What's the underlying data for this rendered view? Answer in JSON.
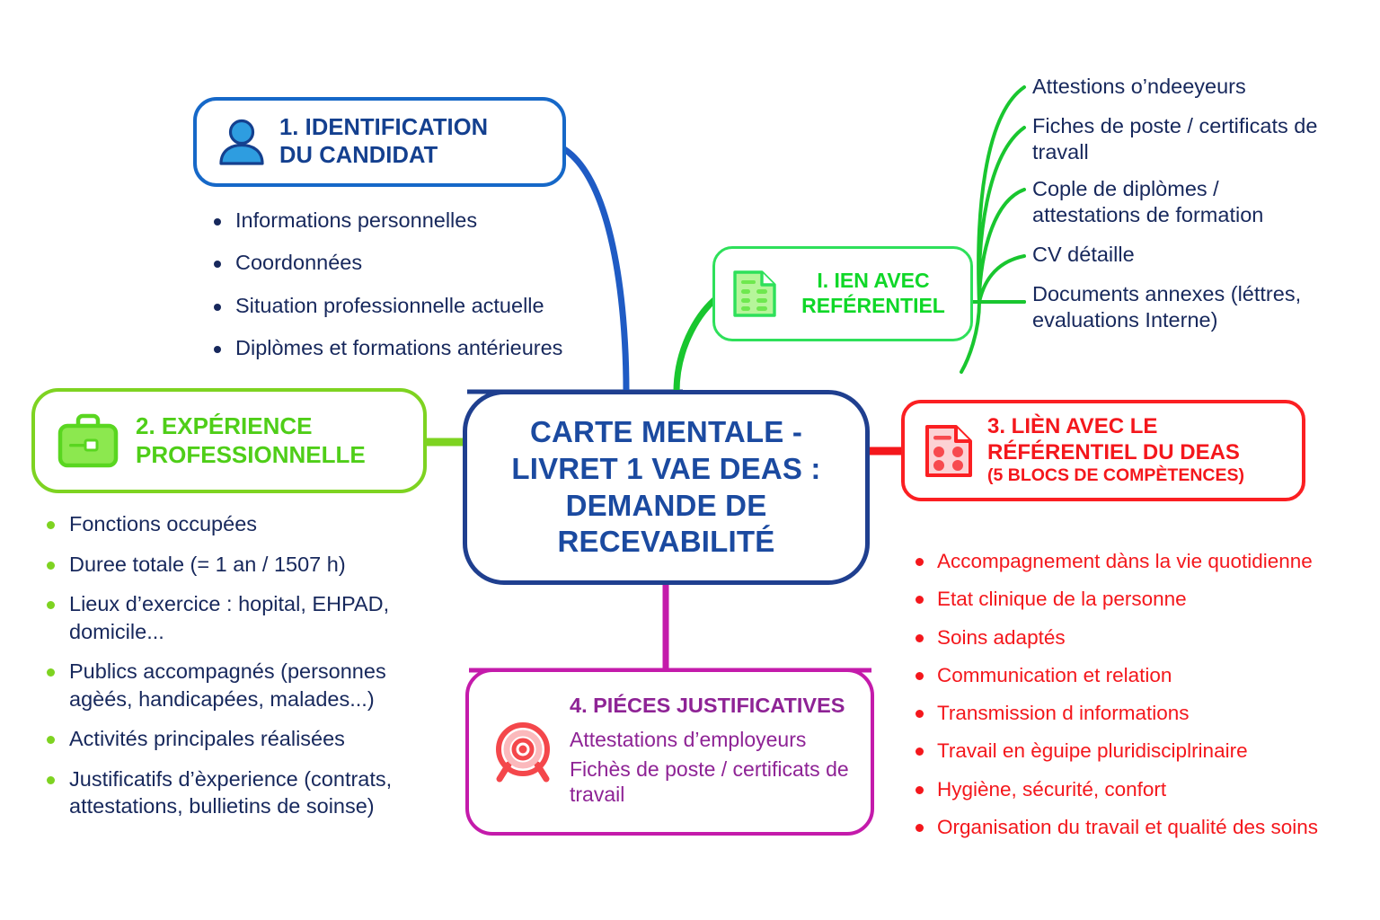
{
  "center": {
    "title_lines": [
      "CARTE MENTALE -",
      "LIVRET 1 VAE DEAS :",
      "DEMANDE DE",
      "RECEVABILITÉ"
    ],
    "color": "#1b4aa0",
    "border_color": "#1f3f8f"
  },
  "node1": {
    "icon": "person-icon",
    "title_lines": [
      "1. IDENTIFICATION",
      "DU CANDIDAT"
    ],
    "color": "#14408f",
    "border_color": "#1668c8",
    "bullets": [
      "Informations personnelles",
      "Coordonnées",
      "Situation professionnelle actuelle",
      "Diplòmes et formations antérieures"
    ]
  },
  "node_ien": {
    "icon": "document-list-icon",
    "title_lines": [
      "I. IEN AVEC",
      "REFÉRENTIEL"
    ],
    "color": "#0fd728",
    "border_color": "#2ee05a",
    "leaves": [
      "Attestions o’ndeeyeurs",
      "Fiches de poste / certificats de travall",
      "Cople de diplòmes / attestations de formation",
      "CV détaille",
      "Documents annexes (léttres, evaluations Interne)"
    ]
  },
  "node2": {
    "icon": "briefcase-icon",
    "title_lines": [
      "2. EXPÉRIENCE",
      "PROFESSIONNELLE"
    ],
    "color": "#4fce18",
    "border_color": "#7ed321",
    "bullets": [
      "Fonctions occupées",
      "Duree totale (= 1 an / 1507 h)",
      "Lieux d’exercice : hopital, EHPAD, domicile...",
      "Publics accompagnés (personnes agèés, handicapées, malades...)",
      "Activités principales réalisées",
      "Justificatifs d’èxperience (contrats, attestations, bullietins de soinse)"
    ]
  },
  "node3": {
    "icon": "document-checklist-icon",
    "title_lines": [
      "3. LIÈN AVEC LE",
      "RÉFÉRENTIEL DU DEAS"
    ],
    "subtitle": "(5 BLOCS DE COMPÈTENCES)",
    "color": "#f4171c",
    "border_color": "#fb1f22",
    "bullets": [
      "Accompagnement dàns la vie quotidienne",
      "Etat clinique de la personne",
      "Soins adaptés",
      "Communication et relation",
      "Transmission d informations",
      "Travail en èguipe pluridisciplrinaire",
      "Hygiène, sécurité, confort",
      "Organisation du travail et qualité des soins"
    ]
  },
  "node4": {
    "icon": "target-icon",
    "title": "4. PIÉCES JUSTIFICATIVES",
    "lines": [
      "Attestations d’employeurs",
      "Fichès de poste / certificats de travail"
    ],
    "color": "#8e2395",
    "border_color": "#c41bab"
  },
  "connector_colors": {
    "blue": "#1f5bc4",
    "green_left": "#7ed321",
    "green_right": "#19c62f",
    "red": "#f4171c",
    "purple": "#c41bab",
    "navy": "#1f3f8f"
  }
}
